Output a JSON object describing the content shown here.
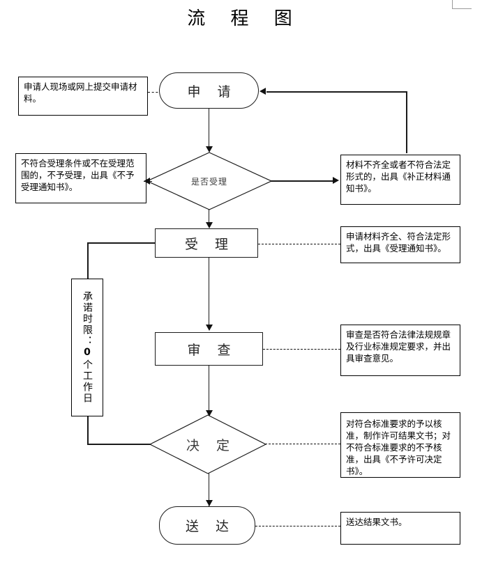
{
  "title": "流 程 图",
  "nodes": {
    "apply": "申 请",
    "decide_accept": "是否受理",
    "accept": "受 理",
    "review": "审 查",
    "decision": "决 定",
    "deliver": "送 达"
  },
  "notes": {
    "apply_note": "申请人现场或网上提交申请材料。",
    "not_accept_note": "不符合受理条件或不在受理范围的，不予受理，出具《不予受理通知书》。",
    "supplement_note": "材料不齐全或者不符合法定形式的，出具《补正材料通知书》。",
    "accept_note": "申请材料齐全、符合法定形式，出具《受理通知书》。",
    "review_note": "审查是否符合法律法规规章及行业标准规定要求，并出具审查意见。",
    "decision_note": "对符合标准要求的予以核准，制作许可结果文书；对不符合标准要求的不予核准，出具《不予许可决定书》。",
    "deliver_note": "送达结果文书。"
  },
  "timeline": {
    "prefix": "承诺时限：",
    "days": "0",
    "suffix": "个工作日"
  }
}
